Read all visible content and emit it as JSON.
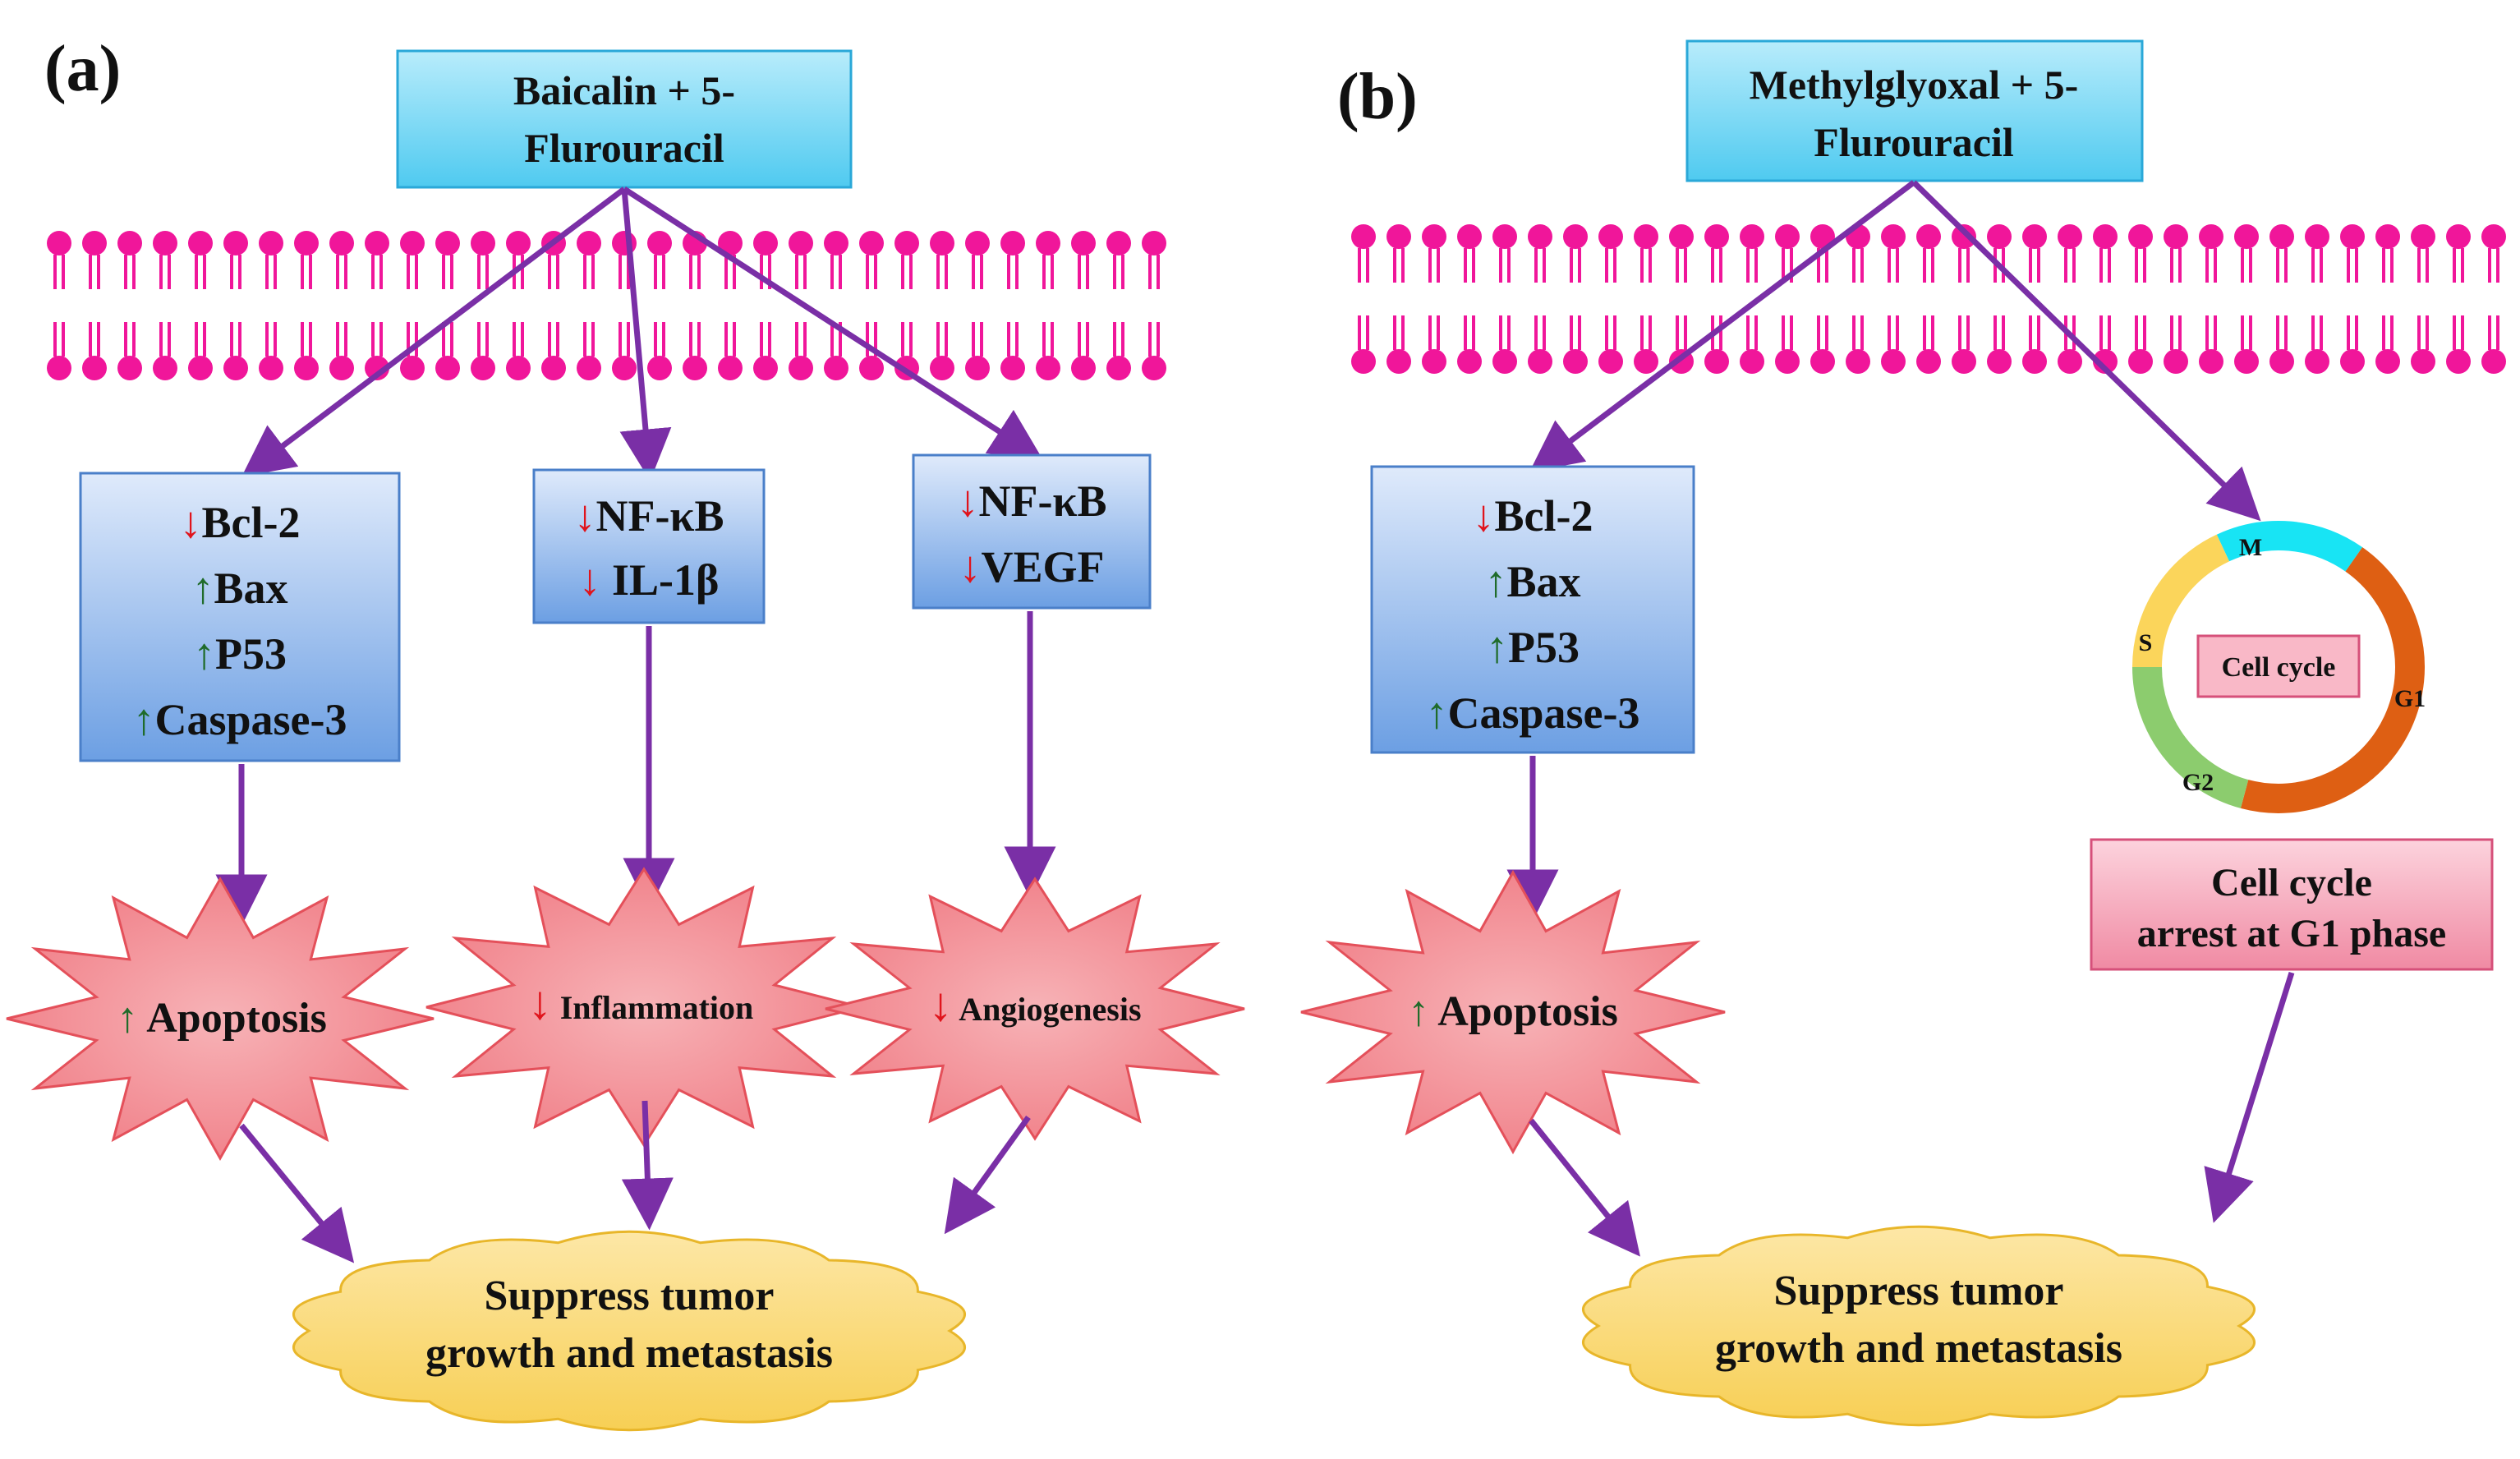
{
  "colors": {
    "arrow": "#7a2fa6",
    "membrane": "#f0169a",
    "box_blue_top": "#dce9fa",
    "box_blue_bottom": "#78a8e6",
    "drug_box": "#5fd3f3",
    "starburst": "#f48f96",
    "cloud": "#f9d96b",
    "arrest_box": "#f6a7ba",
    "down_arrow": "#e0141c",
    "up_arrow": "#1f6b2a",
    "cycle_M": "#18e4f4",
    "cycle_G1": "#de5f13",
    "cycle_G2": "#8ccc6e",
    "cycle_S": "#fbd55b"
  },
  "panel_a": {
    "label": "(a)",
    "drug": [
      "Baicalin + 5-",
      "Flurouracil"
    ],
    "box1": {
      "lines": [
        {
          "arrow": "↓",
          "dir": "down",
          "text": "Bcl-2"
        },
        {
          "arrow": "↑",
          "dir": "up",
          "text": "Bax"
        },
        {
          "arrow": "↑",
          "dir": "up",
          "text": "P53"
        },
        {
          "arrow": "↑",
          "dir": "up",
          "text": "Caspase-3"
        }
      ]
    },
    "box2": {
      "lines": [
        {
          "arrow": "↓",
          "dir": "down",
          "text": "NF-κB"
        },
        {
          "arrow": "↓",
          "dir": "down",
          "text": " IL-1β"
        }
      ]
    },
    "box3": {
      "lines": [
        {
          "arrow": "↓",
          "dir": "down",
          "text": "NF-κB"
        },
        {
          "arrow": "↓",
          "dir": "down",
          "text": "VEGF"
        }
      ]
    },
    "burst1": {
      "arrow": "↑",
      "dir": "up",
      "text": " Apoptosis"
    },
    "burst2": {
      "arrow": "↓",
      "dir": "down",
      "text": " Inflammation"
    },
    "burst3": {
      "arrow": "↓",
      "dir": "down",
      "text": " Angiogenesis"
    },
    "cloud": [
      "Suppress tumor",
      "growth and metastasis"
    ]
  },
  "panel_b": {
    "label": "(b)",
    "drug": [
      "Methylglyoxal + 5-",
      "Flurouracil"
    ],
    "box1": {
      "lines": [
        {
          "arrow": "↓",
          "dir": "down",
          "text": "Bcl-2"
        },
        {
          "arrow": "↑",
          "dir": "up",
          "text": "Bax"
        },
        {
          "arrow": "↑",
          "dir": "up",
          "text": "P53"
        },
        {
          "arrow": "↑",
          "dir": "up",
          "text": "Caspase-3"
        }
      ]
    },
    "burst1": {
      "arrow": "↑",
      "dir": "up",
      "text": " Apoptosis"
    },
    "cell_cycle": {
      "center_label": "Cell cycle",
      "phases": [
        "M",
        "G1",
        "G2",
        "S"
      ]
    },
    "arrest": [
      "Cell cycle",
      "arrest at G1 phase"
    ],
    "cloud": [
      "Suppress tumor",
      "growth and metastasis"
    ]
  }
}
